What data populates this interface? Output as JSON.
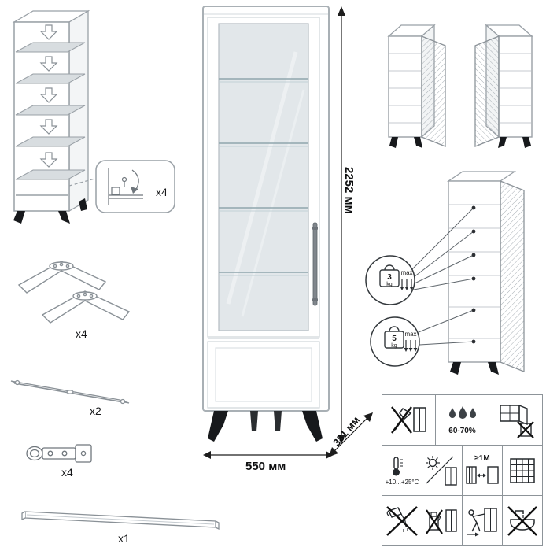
{
  "parts": {
    "shelf_fastener": {
      "qty": "x4"
    },
    "leg": {
      "qty": "x4"
    },
    "rail": {
      "qty": "x2"
    },
    "hinge": {
      "qty": "x4"
    },
    "handle": {
      "qty": "x1"
    }
  },
  "dimensions": {
    "height": "2252 мм",
    "width": "550 мм",
    "depth": "381 мм"
  },
  "load_limits": {
    "upper": {
      "value": "3",
      "unit": "kg",
      "max": "max"
    },
    "lower": {
      "value": "5",
      "unit": "kg",
      "max": "max"
    }
  },
  "care": {
    "humidity": "60-70%",
    "temperature": "+10...+25°C",
    "min_distance": "≥1M"
  },
  "colors": {
    "outline": "#99a0a6",
    "glass": "#e2e7ea",
    "legs_black": "#17191c",
    "icon_dark": "#24282c"
  }
}
